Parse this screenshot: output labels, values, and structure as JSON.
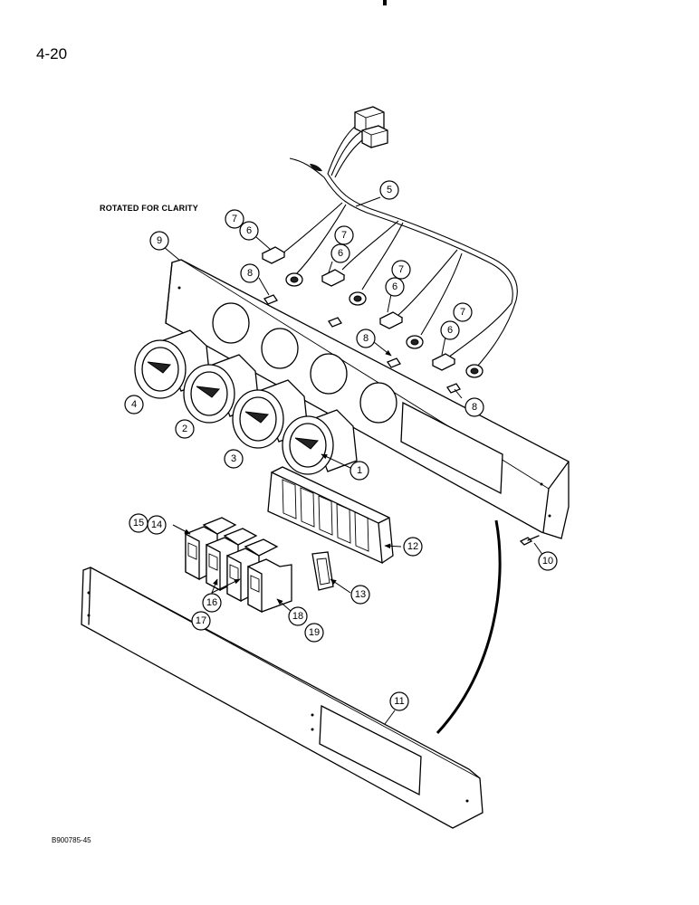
{
  "page_number": "4-20",
  "caption": "ROTATED FOR CLARITY",
  "figure_id": "B900785-45",
  "callouts": {
    "c1": "1",
    "c2": "2",
    "c3": "3",
    "c4": "4",
    "c5": "5",
    "c6a": "6",
    "c6b": "6",
    "c6c": "6",
    "c6d": "6",
    "c7a": "7",
    "c7b": "7",
    "c7c": "7",
    "c7d": "7",
    "c8a": "8",
    "c8b": "8",
    "c8c": "8",
    "c9": "9",
    "c10": "10",
    "c11": "11",
    "c12": "12",
    "c13": "13",
    "c14": "14",
    "c15": "15",
    "c16": "16",
    "c17": "17",
    "c18": "18",
    "c19": "19"
  }
}
